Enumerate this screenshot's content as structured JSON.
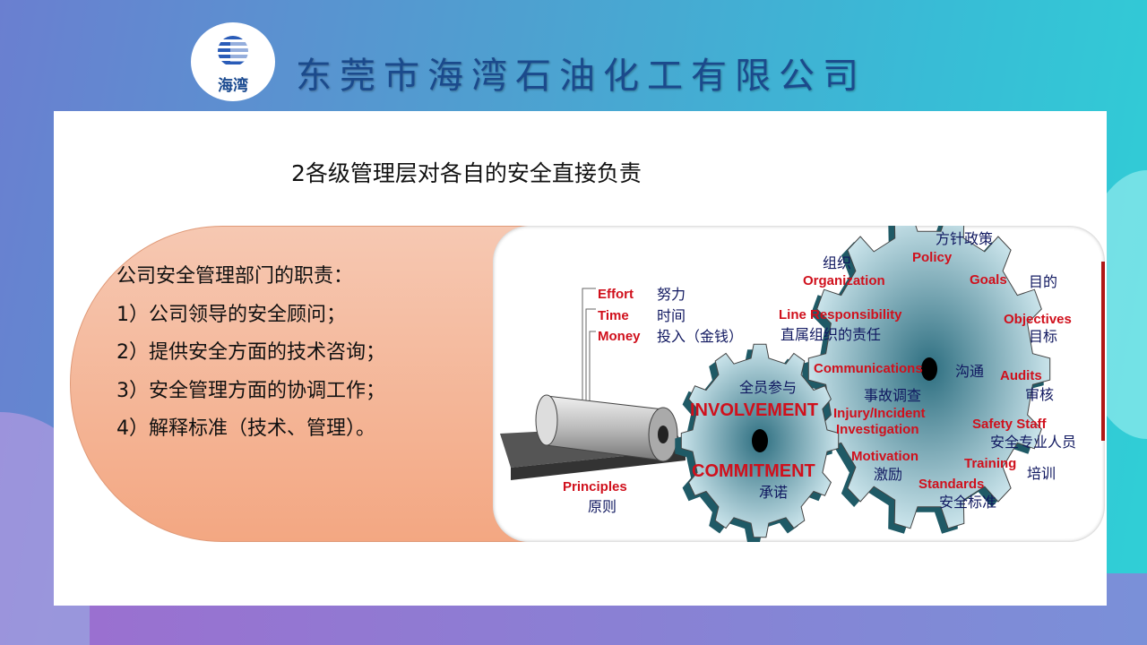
{
  "header": {
    "company": "东莞市海湾石油化工有限公司",
    "logo_text": "海湾"
  },
  "title": "2各级管理层对各自的安全直接负责",
  "duties": {
    "heading": "公司安全管理部门的职责：",
    "items": [
      "1）公司领导的安全顾问；",
      "2）提供安全方面的技术咨询；",
      "3）安全管理方面的协调工作；",
      "4）解释标准（技术、管理）。"
    ]
  },
  "diagram": {
    "inputs": [
      {
        "en": "Effort",
        "cn": "努力"
      },
      {
        "en": "Time",
        "cn": "时间"
      },
      {
        "en": "Money",
        "cn": "投入（金钱）"
      }
    ],
    "principles": {
      "en": "Principles",
      "cn": "原则"
    },
    "small_gear": {
      "involvement_en": "INVOLVEMENT",
      "involvement_cn": "全员参与",
      "commitment_en": "COMMITMENT",
      "commitment_cn": "承诺"
    },
    "big_gear": [
      {
        "en": "Policy",
        "cn": "方针政策"
      },
      {
        "en": "Organization",
        "cn": "组织"
      },
      {
        "en": "Goals",
        "cn": "目的"
      },
      {
        "en": "Line Responsibility",
        "cn": "直属组织的责任"
      },
      {
        "en": "Objectives",
        "cn": "目标"
      },
      {
        "en": "Communications",
        "cn": "沟通"
      },
      {
        "en": "Audits",
        "cn": "审核"
      },
      {
        "en": "Injury/Incident",
        "cn": "事故调查"
      },
      {
        "en": "Investigation",
        "cn": ""
      },
      {
        "en": "Safety Staff",
        "cn": "安全专业人员"
      },
      {
        "en": "Motivation",
        "cn": "激励"
      },
      {
        "en": "Training",
        "cn": "培训"
      },
      {
        "en": "Standards",
        "cn": "安全标准"
      }
    ]
  }
}
